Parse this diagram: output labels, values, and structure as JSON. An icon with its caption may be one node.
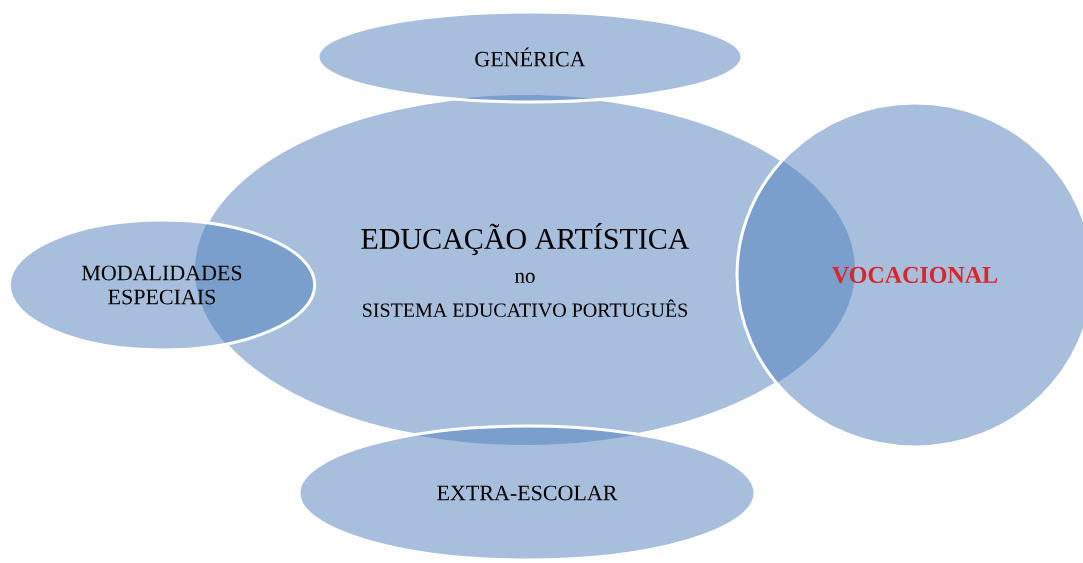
{
  "diagram": {
    "nodes": [
      {
        "text": [
          "GENÉRICA"
        ]
      },
      {
        "text": [
          "EDUCAÇÃO ARTÍSTICA",
          "no",
          "SISTEMA EDUCATIVO PORTUGUÊS"
        ]
      },
      {
        "text": [
          "MODALIDADES ESPECIAIS"
        ]
      },
      {
        "text": [
          "VOCACIONAL"
        ]
      },
      {
        "text": [
          "EXTRA-ESCOLAR"
        ]
      }
    ]
  }
}
